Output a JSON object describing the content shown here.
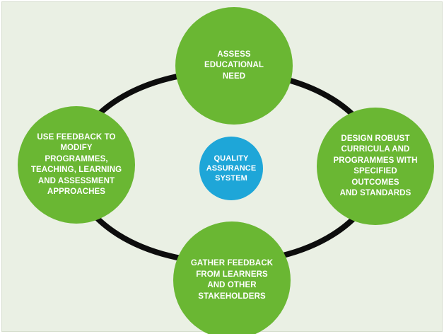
{
  "colors": {
    "background": "#eaf0e4",
    "node_green": "#6ab733",
    "center_blue": "#1ea6d8",
    "ring": "#0d0d0d",
    "text": "#ffffff"
  },
  "diagram": {
    "center": {
      "label": "QUALITY\nASSURANCE\nSYSTEM"
    },
    "nodes": [
      {
        "id": "top",
        "label": "ASSESS\nEDUCATIONAL\nNEED"
      },
      {
        "id": "right",
        "label": "DESIGN ROBUST\nCURRICULA AND\nPROGRAMMES WITH\nSPECIFIED OUTCOMES\nAND STANDARDS"
      },
      {
        "id": "bottom",
        "label": "GATHER FEEDBACK\nFROM LEARNERS\nAND OTHER\nSTAKEHOLDERS"
      },
      {
        "id": "left",
        "label": "USE FEEDBACK TO\nMODIFY PROGRAMMES,\nTEACHING, LEARNING\nAND ASSESSMENT\nAPPROACHES"
      }
    ]
  }
}
